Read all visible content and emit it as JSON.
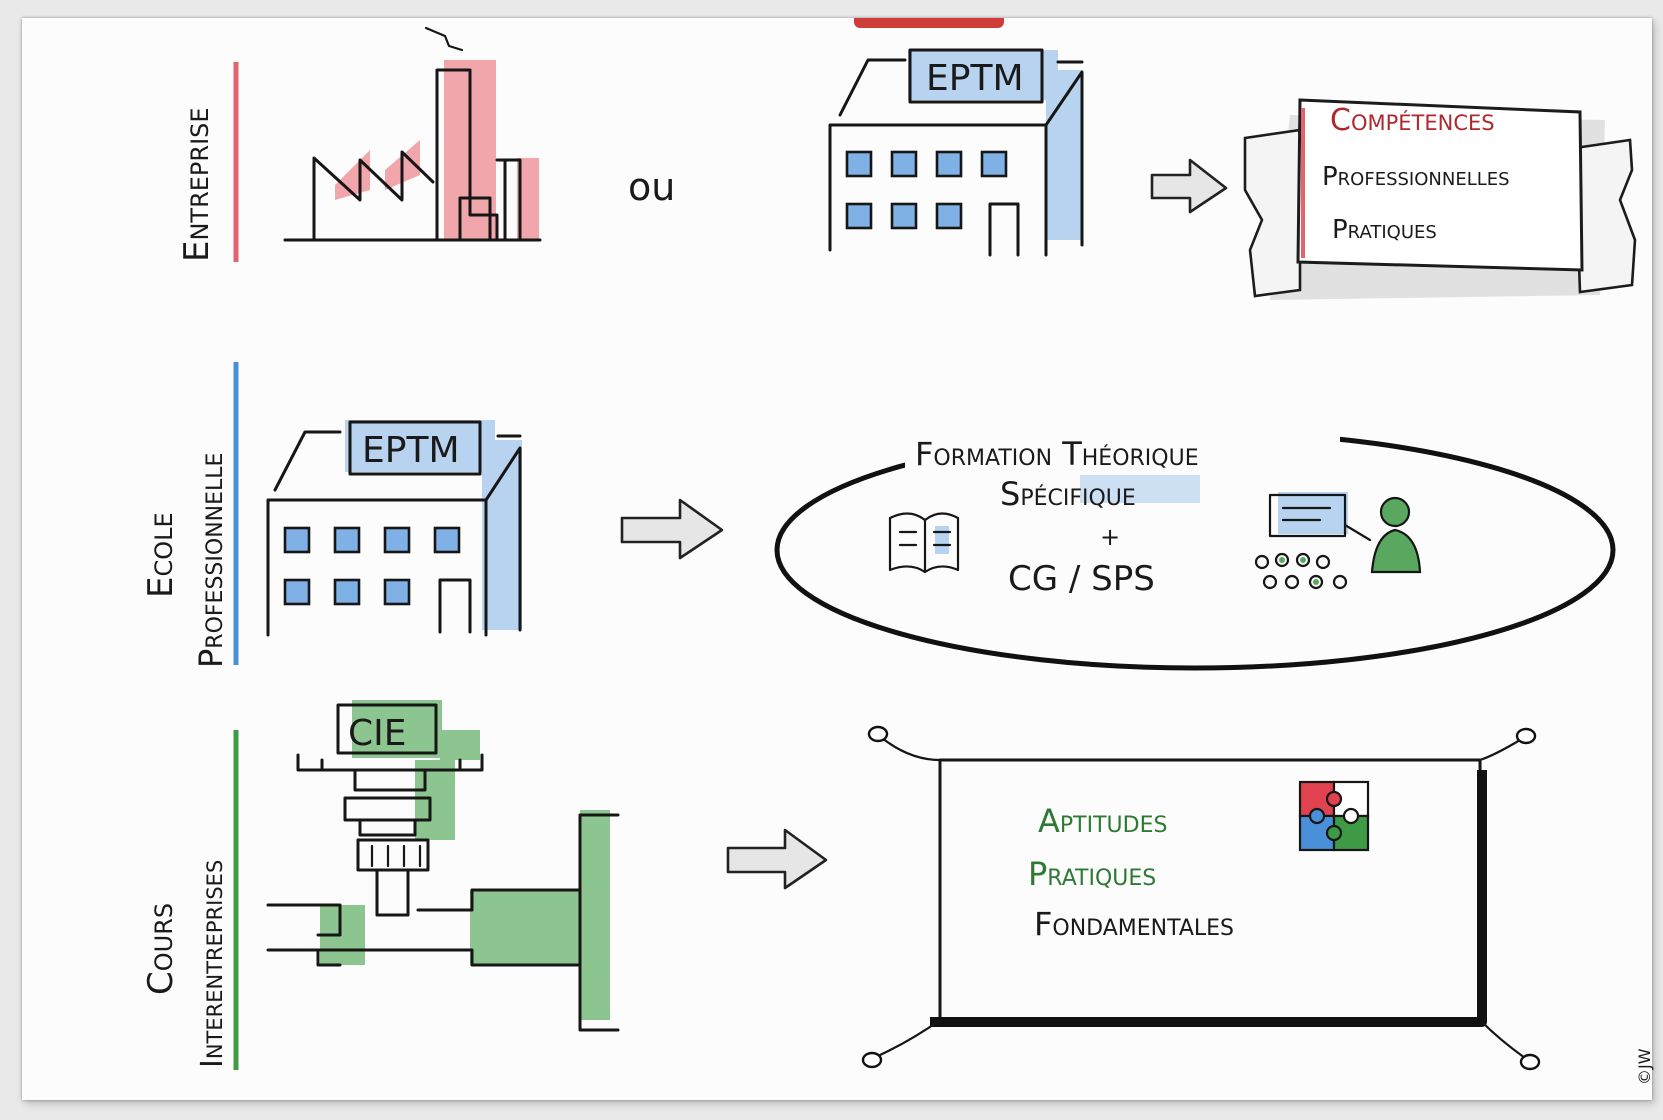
{
  "rows": [
    {
      "label_line1": "Entreprise",
      "accent": "#e2646e",
      "connector": "ou",
      "building_sign": "EPTM",
      "outcome": [
        "Compétences",
        "Professionnelles",
        "Pratiques"
      ]
    },
    {
      "label_line1": "Ecole",
      "label_line2": "Professionnelle",
      "accent": "#4a90d9",
      "building_sign": "EPTM",
      "outcome_title_1": "Formation Théorique",
      "outcome_title_2": "Spécifique",
      "plus": "+",
      "outcome_sub": "CG / SPS"
    },
    {
      "label_line1": "Cours",
      "label_line2": "Interentreprises",
      "accent": "#3f9a45",
      "building_sign": "CIE",
      "outcome": [
        "Aptitudes",
        "Pratiques",
        "Fondamentales"
      ]
    }
  ],
  "signature": "©JW",
  "icons": [
    "factory-icon",
    "school-building-icon",
    "arrow-icon",
    "scroll-banner-icon",
    "book-icon",
    "classroom-icon",
    "machine-press-icon",
    "stretched-canvas-icon",
    "puzzle-icon"
  ]
}
